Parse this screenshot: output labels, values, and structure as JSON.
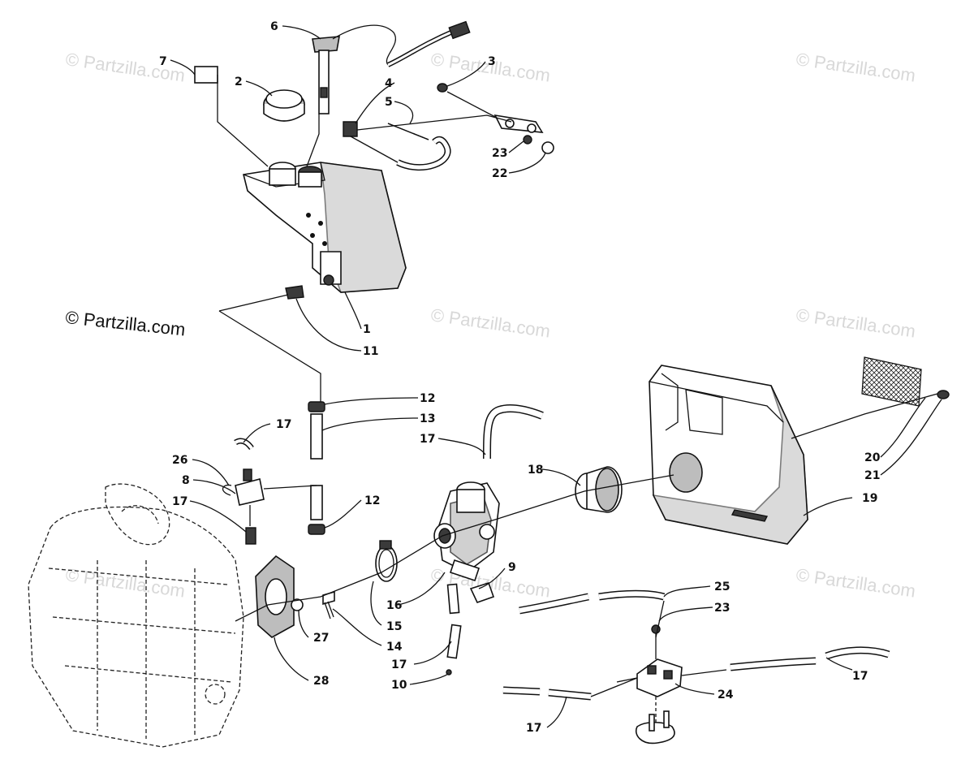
{
  "watermark": "© Partzilla.com",
  "credit": "© Partzilla.com",
  "callouts": [
    {
      "id": "c1",
      "label": "1"
    },
    {
      "id": "c2",
      "label": "2"
    },
    {
      "id": "c3",
      "label": "3"
    },
    {
      "id": "c4",
      "label": "4"
    },
    {
      "id": "c5",
      "label": "5"
    },
    {
      "id": "c6",
      "label": "6"
    },
    {
      "id": "c7",
      "label": "7"
    },
    {
      "id": "c8",
      "label": "8"
    },
    {
      "id": "c9",
      "label": "9"
    },
    {
      "id": "c10",
      "label": "10"
    },
    {
      "id": "c11",
      "label": "11"
    },
    {
      "id": "c12a",
      "label": "12"
    },
    {
      "id": "c12b",
      "label": "12"
    },
    {
      "id": "c13",
      "label": "13"
    },
    {
      "id": "c14",
      "label": "14"
    },
    {
      "id": "c15",
      "label": "15"
    },
    {
      "id": "c16",
      "label": "16"
    },
    {
      "id": "c17a",
      "label": "17"
    },
    {
      "id": "c17b",
      "label": "17"
    },
    {
      "id": "c17c",
      "label": "17"
    },
    {
      "id": "c17d",
      "label": "17"
    },
    {
      "id": "c17e",
      "label": "17"
    },
    {
      "id": "c17f",
      "label": "17"
    },
    {
      "id": "c18",
      "label": "18"
    },
    {
      "id": "c19",
      "label": "19"
    },
    {
      "id": "c20",
      "label": "20"
    },
    {
      "id": "c21",
      "label": "21"
    },
    {
      "id": "c22",
      "label": "22"
    },
    {
      "id": "c23a",
      "label": "23"
    },
    {
      "id": "c23b",
      "label": "23"
    },
    {
      "id": "c24",
      "label": "24"
    },
    {
      "id": "c25",
      "label": "25"
    },
    {
      "id": "c26",
      "label": "26"
    },
    {
      "id": "c27",
      "label": "27"
    },
    {
      "id": "c28",
      "label": "28"
    }
  ]
}
